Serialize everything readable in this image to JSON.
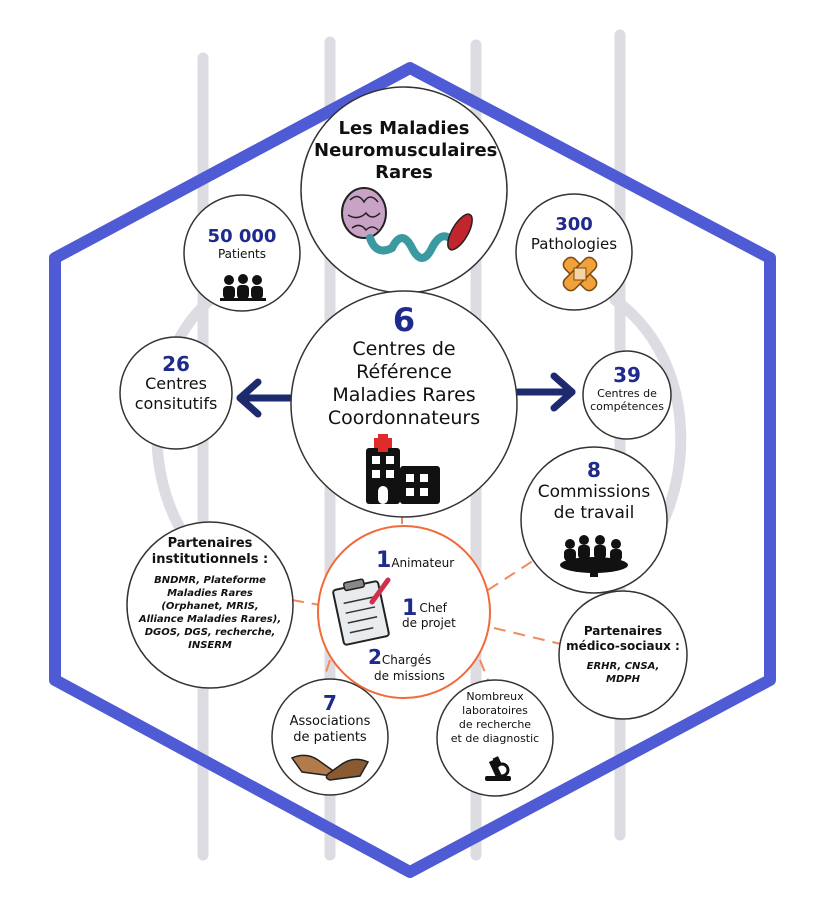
{
  "title": {
    "line1": "Les Maladies",
    "line2": "Neuromusculaires",
    "line3": "Rares"
  },
  "patients": {
    "value": "50 000",
    "label": "Patients"
  },
  "pathologies": {
    "value": "300",
    "label": "Pathologies"
  },
  "centres_ref": {
    "value": "6",
    "l1": "Centres de",
    "l2": "Référence",
    "l3": "Maladies Rares",
    "l4": "Coordonnateurs"
  },
  "centres_const": {
    "value": "26",
    "l1": "Centres",
    "l2": "consitutifs"
  },
  "centres_comp": {
    "value": "39",
    "l1": "Centres de",
    "l2": "compétences"
  },
  "commissions": {
    "value": "8",
    "l1": "Commissions",
    "l2": "de travail"
  },
  "partenaires_inst": {
    "title1": "Partenaires",
    "title2": "institutionnels :",
    "b1": "BNDMR, Plateforme",
    "b2": "Maladies Rares",
    "b3": "(Orphanet, MRIS,",
    "b4": "Alliance Maladies Rares),",
    "b5": "DGOS, DGS, recherche,",
    "b6": "INSERM"
  },
  "equipe": {
    "n1": "1",
    "t1": "Animateur",
    "n2": "1",
    "t2a": "Chef",
    "t2b": "de projet",
    "n3": "2",
    "t3a": "Chargés",
    "t3b": "de missions"
  },
  "partenaires_med": {
    "title1": "Partenaires",
    "title2": "médico-sociaux :",
    "b1": "ERHR, CNSA,",
    "b2": "MDPH"
  },
  "laboratoires": {
    "l1": "Nombreux",
    "l2": "laboratoires",
    "l3": "de recherche",
    "l4": "et de diagnostic"
  },
  "associations": {
    "value": "7",
    "l1": "Associations",
    "l2": "de patients"
  },
  "colors": {
    "hexagon": "#4f5bd5",
    "accent_num": "#1e2a8c",
    "arrow": "#1e2a6e",
    "orange": "#f08a5d",
    "grey_lines": "#d9d9de"
  },
  "icons": [
    "brain-muscle-icon",
    "people-icon",
    "bandage-icon",
    "hospital-icon",
    "meeting-icon",
    "clipboard-icon",
    "microscope-icon",
    "handshake-icon"
  ]
}
